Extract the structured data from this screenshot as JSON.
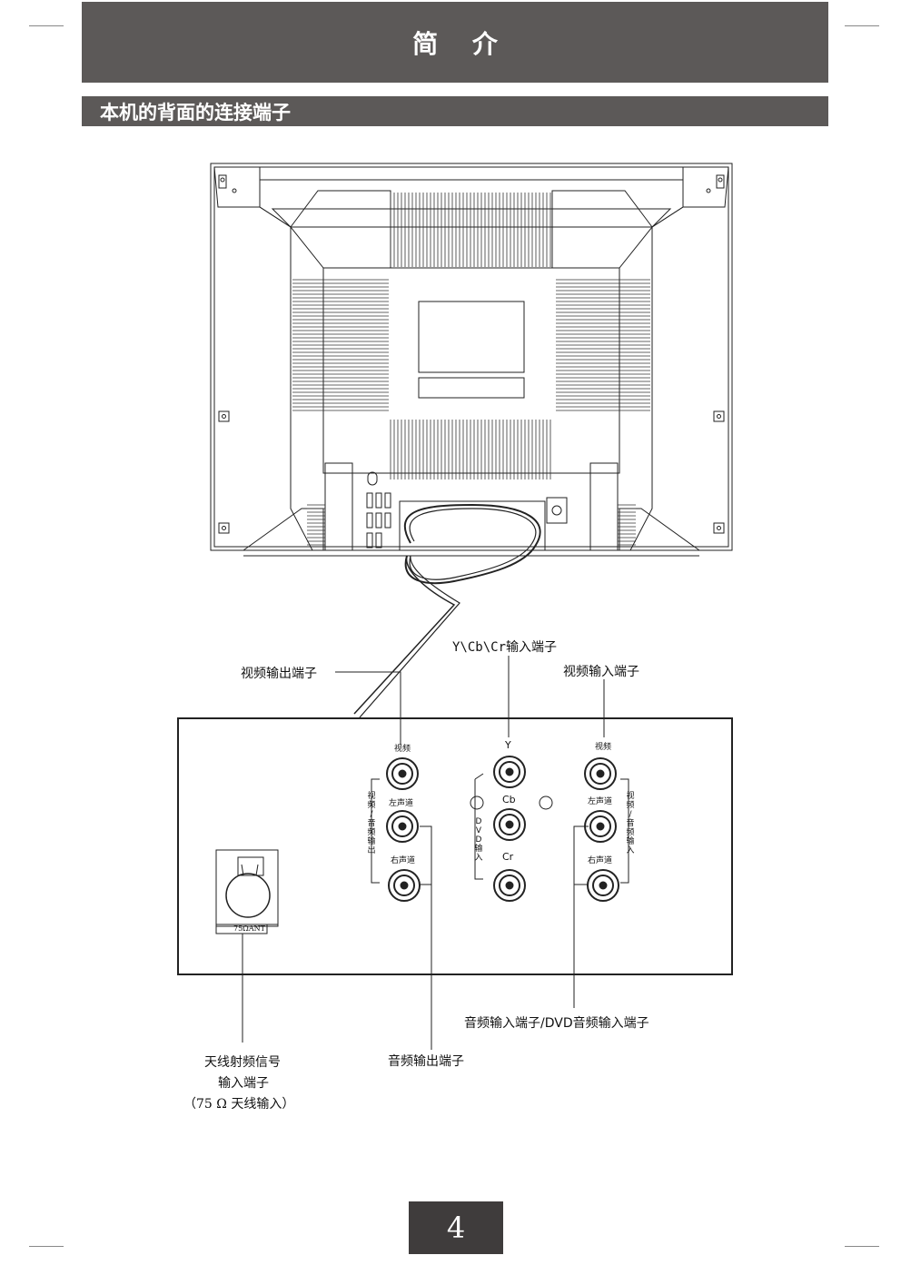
{
  "header": {
    "title": "简 介"
  },
  "section": {
    "title": "本机的背面的连接端子"
  },
  "callouts": {
    "video_out": "视频输出端子",
    "ycbcr_in": "Y\\Cb\\Cr输入端子",
    "video_in": "视频输入端子",
    "audio_in": "音频输入端子/DVD音频输入端子",
    "audio_out": "音频输出端子",
    "antenna_line1": "天线射频信号",
    "antenna_line2": "输入端子",
    "antenna_line3": "（75 Ω 天线输入）"
  },
  "panel": {
    "left_video": "视频",
    "left_left": "左声道",
    "left_right": "右声道",
    "left_group": "视频/音频输出",
    "y": "Y",
    "cb": "Cb",
    "cr": "Cr",
    "dvd_group": "DVD输入",
    "right_video": "视频",
    "right_left": "左声道",
    "right_right": "右声道",
    "right_group": "视频/音频输入",
    "ant": "75ΩANT"
  },
  "page": {
    "number": "4"
  }
}
